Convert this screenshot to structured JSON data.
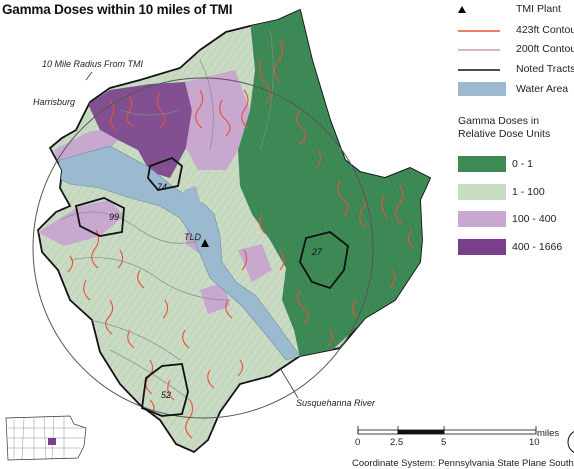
{
  "map": {
    "title": "Gamma Doses within 10 miles of TMI",
    "labels": {
      "radius": "10 Mile Radius From TMI",
      "city": "Harrisburg",
      "river": "Susquehanna River",
      "site": "TLD",
      "tracts": [
        "74",
        "99",
        "27",
        "52"
      ]
    },
    "legend": {
      "items": [
        {
          "label": "TMI Plant",
          "symbol": "triangle",
          "color": "#000000"
        },
        {
          "label": "423ft Contou",
          "symbol": "line",
          "color": "#e8503a"
        },
        {
          "label": "200ft Contou",
          "symbol": "line",
          "color": "#c8a0a8"
        },
        {
          "label": "Noted Tracts",
          "symbol": "line",
          "color": "#111111"
        },
        {
          "label": "Water Area",
          "symbol": "fill",
          "color": "#9bb9cf"
        }
      ],
      "dose_header_line1": "Gamma Doses in",
      "dose_header_line2": "Relative Dose Units",
      "dose_classes": [
        {
          "label": "0 - 1",
          "color": "#3e8a57"
        },
        {
          "label": "1 - 100",
          "color": "#c7dcc2"
        },
        {
          "label": "100 - 400",
          "color": "#c9a8cf"
        },
        {
          "label": "400 - 1666",
          "color": "#7a3f8c"
        }
      ]
    },
    "scale_bar": {
      "ticks": [
        "0",
        "2.5",
        "5",
        "10"
      ],
      "unit": "miles"
    },
    "coordinate_system": "Coordinate System: Pennsylvania State Plane South"
  }
}
